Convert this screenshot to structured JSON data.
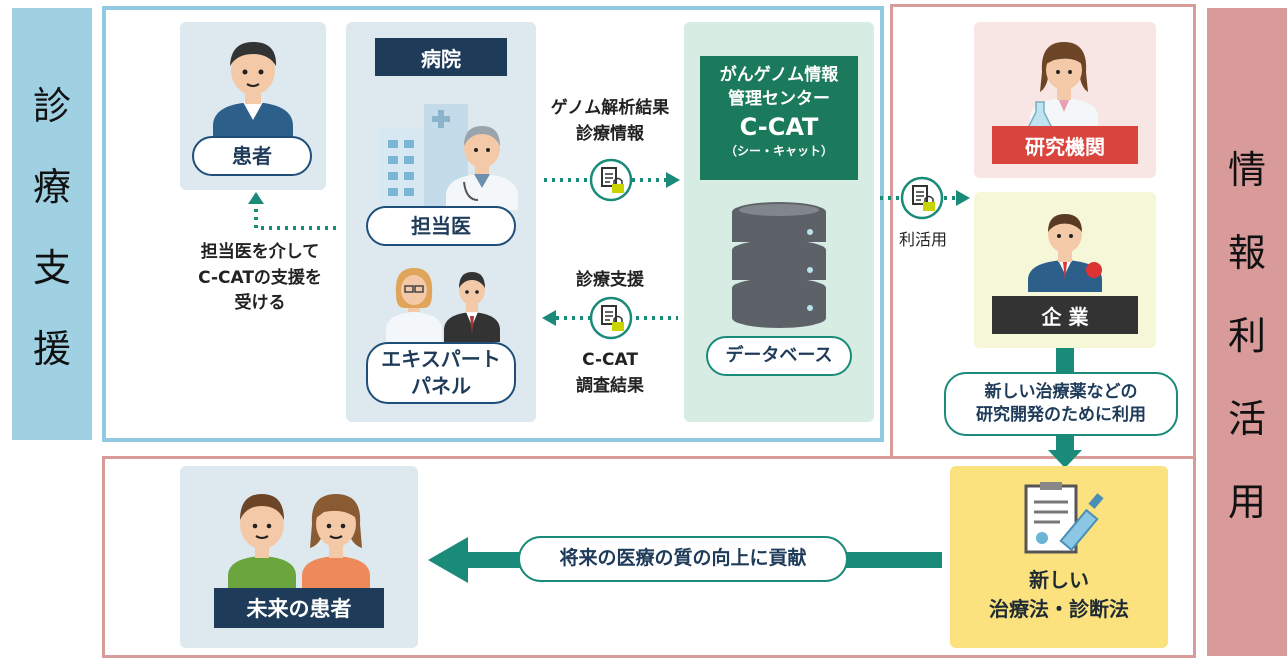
{
  "side_left": [
    "診",
    "療",
    "支",
    "援"
  ],
  "side_right": [
    "情",
    "報",
    "利",
    "活",
    "用"
  ],
  "patient_label": "患者",
  "hospital_title": "病院",
  "doctor_label": "担当医",
  "expert_panel_label": [
    "エキスパート",
    "パネル"
  ],
  "via_doctor_text": [
    "担当医を介して",
    "C-CATの支援を",
    "受ける"
  ],
  "genome_results_text": [
    "ゲノム解析結果",
    "診療情報"
  ],
  "clinical_support_text": "診療支援",
  "ccat_results_text": [
    "C-CAT",
    "調査結果"
  ],
  "center_name": [
    "がんゲノム情報",
    "管理センター"
  ],
  "center_abbr": "C-CAT",
  "center_reading": "（シー・キャット）",
  "database_label": "データベース",
  "utilization_label": "利活用",
  "research_label": "研究機関",
  "company_label": "企 業",
  "rnd_text": [
    "新しい治療薬などの",
    "研究開発のために利用"
  ],
  "new_treatment_label": [
    "新しい",
    "治療法・診断法"
  ],
  "contribute_text": "将来の医療の質の向上に貢献",
  "future_patients_label": "未来の患者",
  "colors": {
    "teal": "#1a8a79",
    "navy": "#1f3b5a",
    "green": "#1b7a5b",
    "blue_frame": "#8fcbe0",
    "pink_frame": "#d99a9a"
  }
}
